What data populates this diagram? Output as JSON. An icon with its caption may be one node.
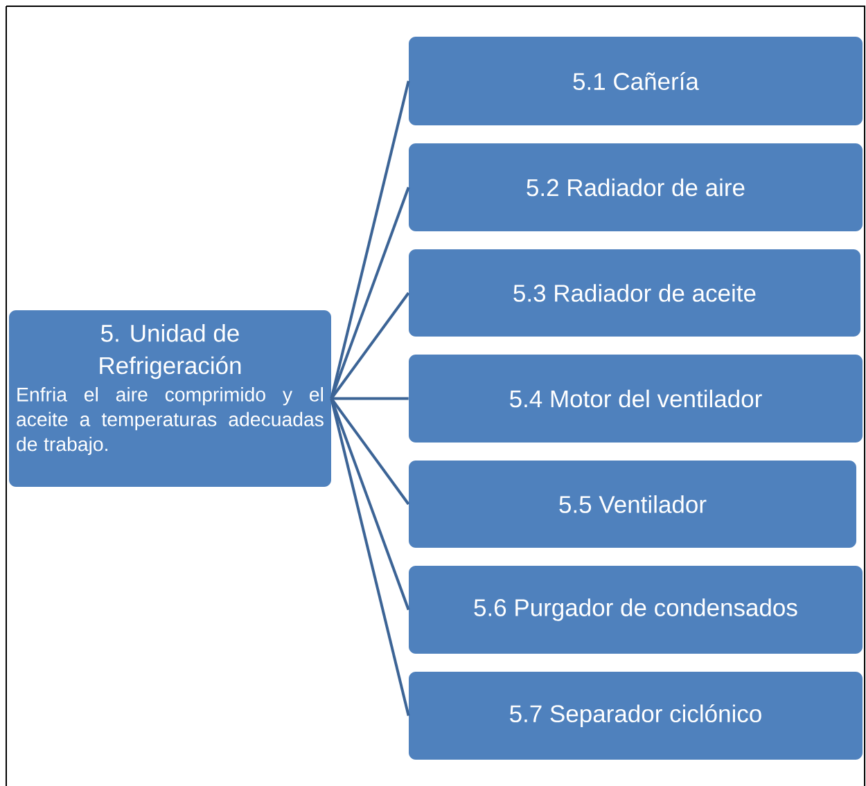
{
  "diagram": {
    "nodes": [
      {
        "text": [
          "5. Unidad de Refrigeración",
          "Enfria el aire comprimido y el aceite a temperaturas adecuadas de trabajo."
        ]
      },
      {
        "text": [
          "5.1 Cañería"
        ]
      },
      {
        "text": [
          "5.2 Radiador de aire"
        ]
      },
      {
        "text": [
          "5.3 Radiador de aceite"
        ]
      },
      {
        "text": [
          "5.4 Motor del ventilador"
        ]
      },
      {
        "text": [
          "5.5 Ventilador"
        ]
      },
      {
        "text": [
          "5.6 Purgador de condensados"
        ]
      },
      {
        "text": [
          "5.7 Separador ciclónico"
        ]
      }
    ],
    "edges": [
      {
        "from": 0,
        "to": 1,
        "arrow": "none"
      },
      {
        "from": 0,
        "to": 2,
        "arrow": "none"
      },
      {
        "from": 0,
        "to": 3,
        "arrow": "none"
      },
      {
        "from": 0,
        "to": 4,
        "arrow": "none"
      },
      {
        "from": 0,
        "to": 5,
        "arrow": "none"
      },
      {
        "from": 0,
        "to": 6,
        "arrow": "none"
      },
      {
        "from": 0,
        "to": 7,
        "arrow": "none"
      }
    ]
  }
}
